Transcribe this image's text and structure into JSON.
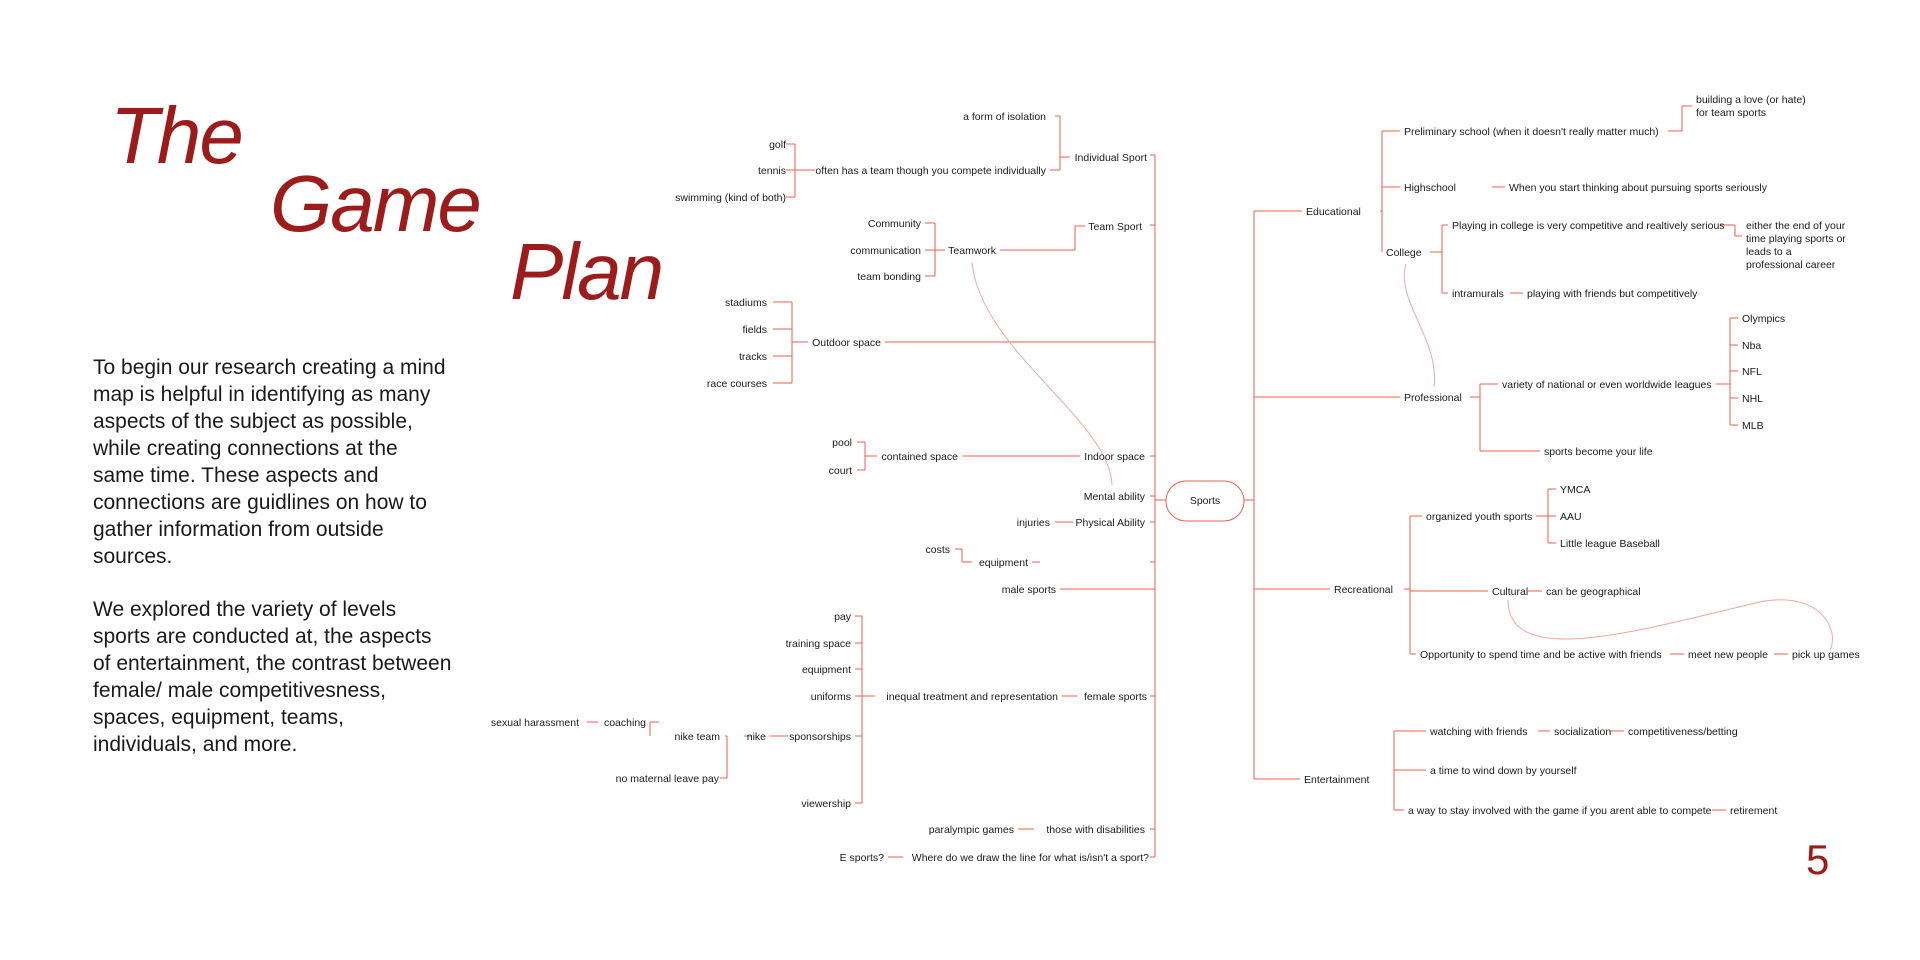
{
  "title": [
    "The",
    "Game",
    "Plan"
  ],
  "paragraphs": [
    "To begin our research creating a mind map is helpful in identifying as many aspects of the subject as possible, while creating connections at the same time. These aspects and connections are guidlines on how to gather information from outside sources.",
    "We explored the variety of levels sports are conducted at, the aspects of entertainment, the contrast between female/ male competitivesness, spaces, equipment, teams, individuals, and more."
  ],
  "page_number": "5",
  "colors": {
    "accent": "#9c1c1c",
    "line": "#e8624e"
  },
  "mindmap": {
    "center": "Sports",
    "nodes": {
      "a_form_of_isolation": "a form of isolation",
      "individual_sport": "Individual Sport",
      "golf": "golf",
      "tennis": "tennis",
      "swimming": "swimming (kind of both)",
      "often_team": "often has a team though you compete individually",
      "community": "Community",
      "communication": "communication",
      "team_bonding": "team bonding",
      "teamwork": "Teamwork",
      "team_sport": "Team Sport",
      "stadiums": "stadiums",
      "fields": "fields",
      "tracks": "tracks",
      "race_courses": "race courses",
      "outdoor_space": "Outdoor space",
      "pool": "pool",
      "court": "court",
      "contained_space": "contained space",
      "indoor_space": "Indoor space",
      "mental_ability": "Mental ability",
      "injuries": "injuries",
      "physical_ability": "Physical Ability",
      "costs": "costs",
      "equipment": "equipment",
      "male_sports": "male sports",
      "pay": "pay",
      "training_space": "training space",
      "equipment_f": "equipment",
      "uniforms": "uniforms",
      "sponsorships": "sponsorships",
      "viewership": "viewership",
      "inequal": "inequal treatment and representation",
      "female_sports": "female sports",
      "sexual_harassment": "sexual harassment",
      "coaching": "coaching",
      "nike_team": "nike team",
      "nike": "nike",
      "no_maternal": "no maternal leave pay",
      "paralympic": "paralympic games",
      "disabilities": "those with disabilities",
      "esports": "E sports?",
      "draw_line": "Where do we draw the line for what is/isn't a sport?",
      "educational": "Educational",
      "preliminary": "Preliminary school (when it doesn't really matter much)",
      "love_hate_1": "building a love (or hate)",
      "love_hate_2": "for team sports",
      "highschool": "Highschool",
      "start_thinking": "When you start thinking about pursuing sports seriously",
      "college": "College",
      "playing_college": "Playing in college is very competitive and realtively serious",
      "end_1": "either the end of your",
      "end_2": "time playing sports or",
      "end_3": "leads to a",
      "end_4": "professional career",
      "intramurals": "intramurals",
      "playing_friends": "playing with friends but competitively",
      "professional": "Professional",
      "variety_leagues": "variety of national or even worldwide leagues",
      "olympics": "Olympics",
      "nba": "Nba",
      "nfl": "NFL",
      "nhl": "NHL",
      "mlb": "MLB",
      "become_life": "sports become your life",
      "recreational": "Recreational",
      "organized_youth": "organized youth sports",
      "ymca": "YMCA",
      "aau": "AAU",
      "little_league": "Little league Baseball",
      "cultural": "Cultural",
      "geographical": "can be geographical",
      "opportunity": "Opportunity to spend time and be active with friends",
      "meet_people": "meet new people",
      "pick_up": "pick up games",
      "entertainment": "Entertainment",
      "watching_friends": "watching with friends",
      "socialization": "socialization",
      "betting": "competitiveness/betting",
      "wind_down": "a time to wind down by yourself",
      "stay_involved": "a way to stay involved with the game if you arent able to compete",
      "retirement": "retirement"
    }
  }
}
